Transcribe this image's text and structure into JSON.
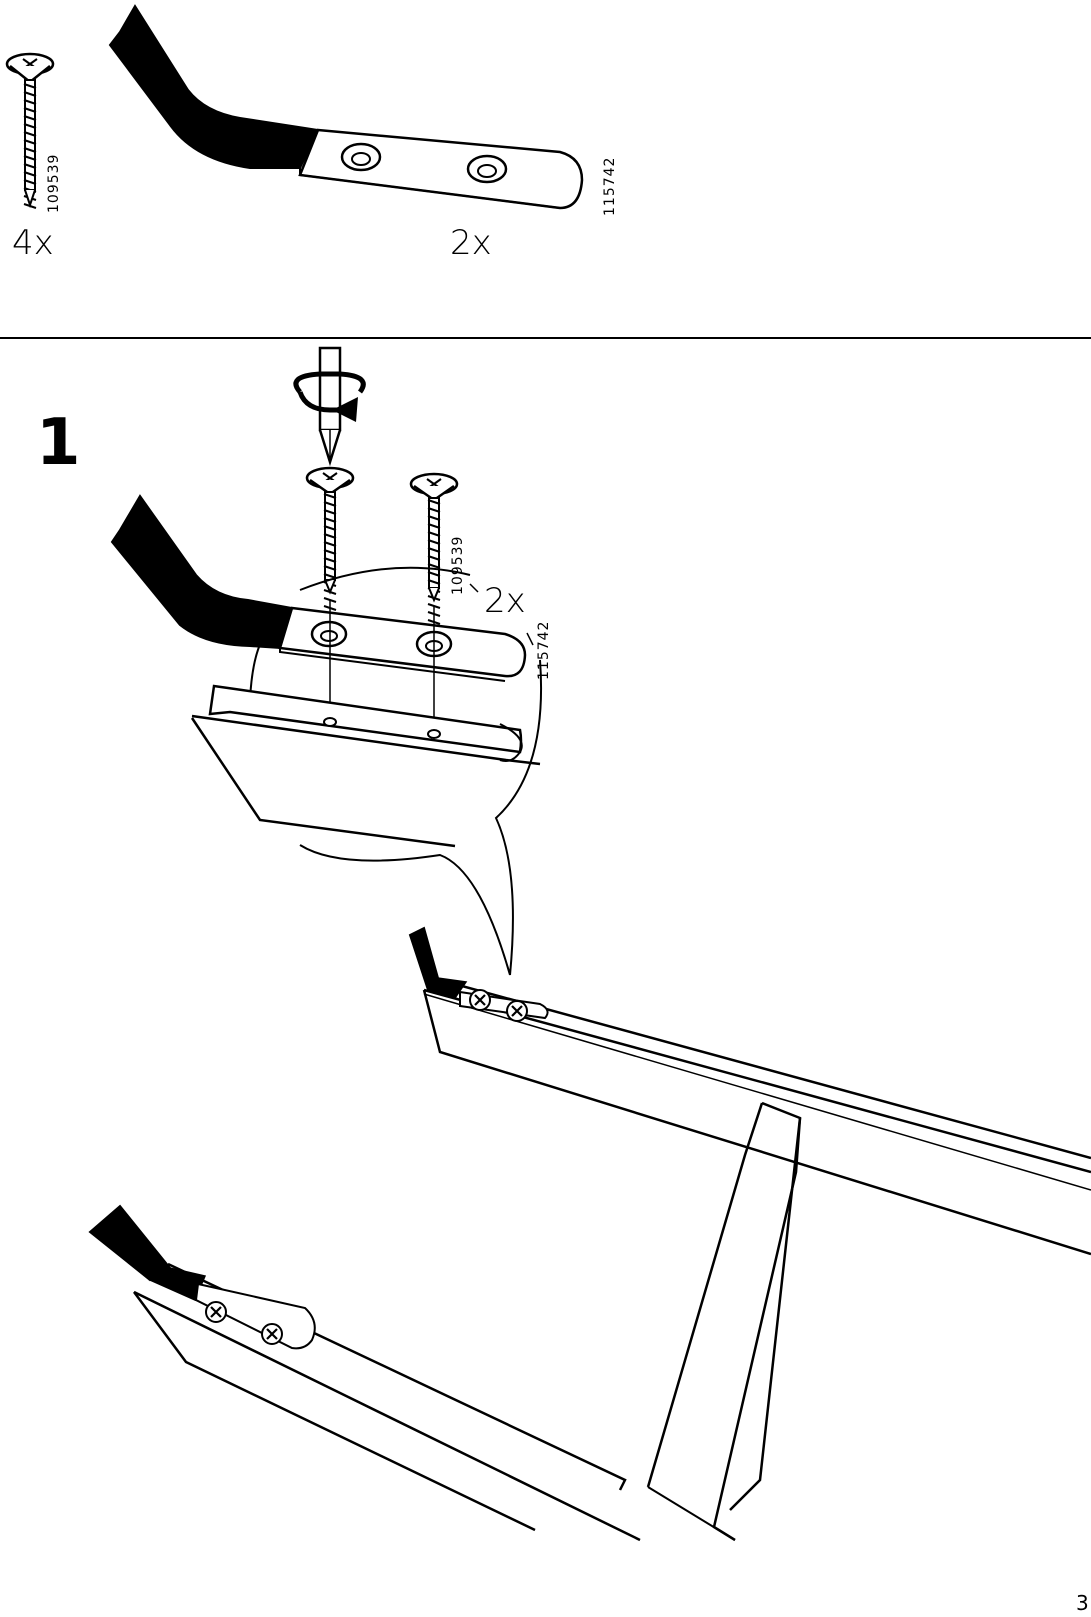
{
  "parts": [
    {
      "name": "screw",
      "code": "109539",
      "quantity": "4x"
    },
    {
      "name": "bracket",
      "code": "115742",
      "quantity": "2x"
    }
  ],
  "step": {
    "number": "1",
    "callout": {
      "screw_code": "109539",
      "bracket_code": "115742",
      "quantity": "2x"
    }
  },
  "page_number": "3"
}
